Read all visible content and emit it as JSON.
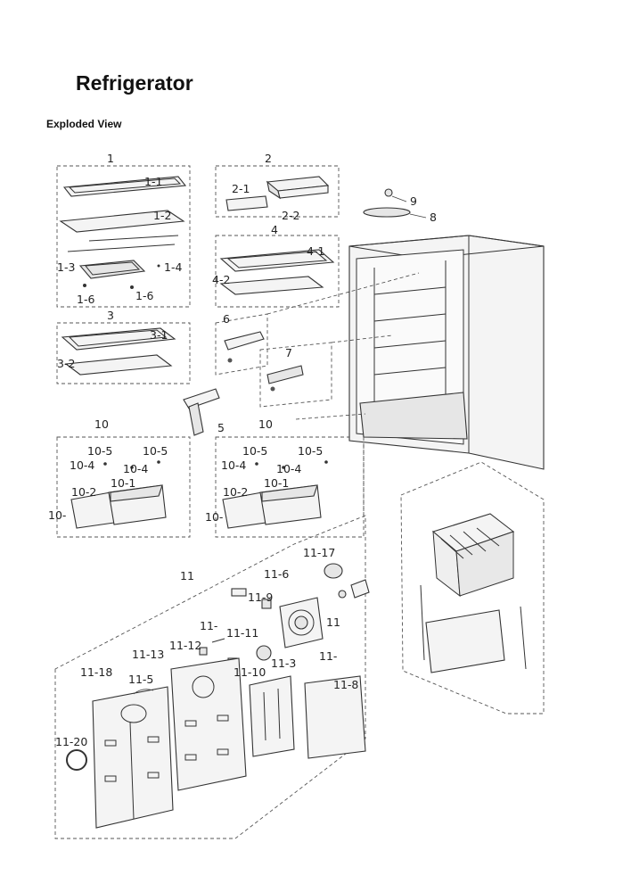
{
  "title": "Refrigerator",
  "subtitle": "Exploded View",
  "labels": {
    "g1": "1",
    "l1_1": "1-1",
    "l1_2": "1-2",
    "l1_3": "1-3",
    "l1_4": "1-4",
    "l1_6a": "1-6",
    "l1_6b": "1-6",
    "g2": "2",
    "l2_1": "2-1",
    "l2_2": "2-2",
    "g3": "3",
    "l3_1": "3-1",
    "l3_2": "3-2",
    "g4": "4",
    "l4_1": "4-1",
    "l4_2": "4-2",
    "l5": "5",
    "l6": "6",
    "l7": "7",
    "l8": "8",
    "l9": "9",
    "g10a": "10",
    "l10_5a": "10-5",
    "l10_5b": "10-5",
    "l10_4a": "10-4",
    "l10_4b": "10-4",
    "l10_1a": "10-1",
    "l10_2a": "10-2",
    "l10_3a": "10-",
    "g10b": "10",
    "l10_5c": "10-5",
    "l10_5d": "10-5",
    "l10_4c": "10-4",
    "l10_4d": "10-4",
    "l10_1b": "10-1",
    "l10_2b": "10-2",
    "l10_3b": "10-",
    "g11": "11",
    "l11_17": "11-17",
    "l11_6": "11-6",
    "l11_9": "11-9",
    "l11_a": "11",
    "l11_b": "11-",
    "l11_11": "11-11",
    "l11_13": "11-13",
    "l11_12": "11-12",
    "l11_3": "11-3",
    "l11_18": "11-18",
    "l11_5": "11-5",
    "l11_10": "11-10",
    "l11_c": "11-",
    "l11_8": "11-8",
    "l11_20": "11-20"
  }
}
